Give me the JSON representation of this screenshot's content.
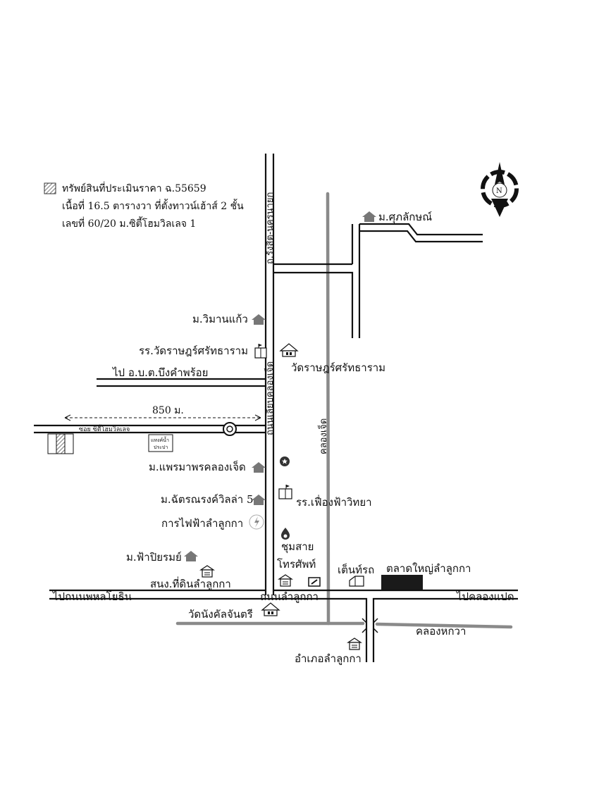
{
  "colors": {
    "road": "#111111",
    "canal": "#8a8a8a",
    "background": "#ffffff",
    "market": "#1a1a1a"
  },
  "legend": {
    "line1": "ทรัพย์สินที่ประเมินราคา ฉ.55659",
    "line2": "เนื้อที่ 16.5 ตารางวา ที่ตั้งทาวน์เฮ้าส์ 2 ชั้น",
    "line3": "เลขที่ 60/20  ม.ซิตี้โฮมวิลเลจ 1"
  },
  "roads": {
    "rangsit_nakhon_nayok": "ถ.รังสิต-นครนายก",
    "khlong_chet_road": "ถนนเลียบคลองเจ็ด",
    "lam_luk_ka_road": "ถนนลำลูกกา",
    "city_home_soi": "ซอย ซิตี้โฮมวิลเลจ",
    "to_phahonyothin": "ไปถนนพหลโยธิน",
    "to_khlong_paet": "ไปคลองแปด",
    "to_bueng_kham_phroi": "ไป อ.บ.ต.บึงคำพร้อย"
  },
  "canals": {
    "khlong_chet": "คลองเจ็ด",
    "khlong_hok_wa": "คลองหกวา"
  },
  "distance": "850 ม.",
  "places": {
    "supalak": "ม.ศุภลักษณ์",
    "wiman_kaeo": "ม.วิมานแก้ว",
    "wat_school": "รร.วัดราษฎร์ศรัทธาราม",
    "wat": "วัดราษฎร์ศรัทธาราม",
    "phraemaphon": "ม.แพรมาพรคลองเจ็ด",
    "chattarana": "ม.ฉัตรณรงค์วิลล่า 5",
    "school_fueang": "รร.เฟื่องฟ้าวิทยา",
    "electricity": "การไฟฟ้าลำลูกกา",
    "chum_sai": "ชุมสาย",
    "telephone": "โทรศัพท์",
    "fah_piyarom": "ม.ฟ้าปิยรมย์",
    "bus_station": "เต็นท์รถ",
    "market": "ตลาดใหญ่ลำลูกกา",
    "land_office": "สนง.ที่ดินลำลูกกา",
    "wat_nang": "วัดนังคัลจันตรี",
    "district_office": "อำเภอลำลูกกา",
    "water_tank": "แทงค์น้ำ",
    "water_supply": "ประปา",
    "compass_north": "N"
  }
}
